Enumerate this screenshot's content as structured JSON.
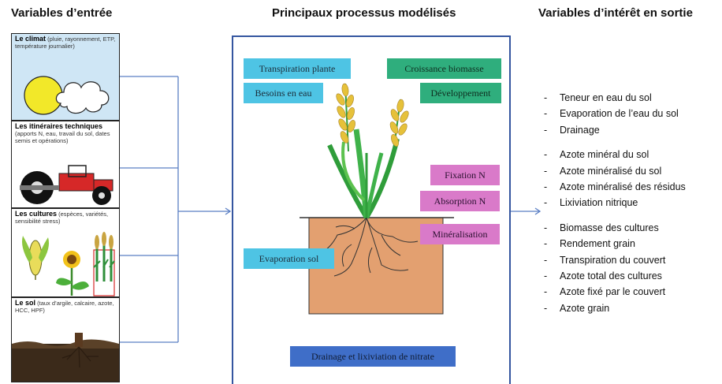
{
  "headings": {
    "inputs": "Variables d’entrée",
    "processes": "Principaux processus modélisés",
    "outputs": "Variables d’intérêt en sortie"
  },
  "inputs": {
    "climate": {
      "title": "Le climat",
      "detail": "(pluie, rayonnement, ETP, température journalier)"
    },
    "itineraries": {
      "title": "Les itinéraires techniques",
      "detail": "(apports N, eau, travail du sol, dates semis et opérations)"
    },
    "crops": {
      "title": "Les cultures",
      "detail": "(espèces, variétés, sensibilité stress)"
    },
    "soil": {
      "title": "Le sol",
      "detail": "(taux d’argile, calcaire, azote, HCC, HPF)"
    }
  },
  "processes": {
    "transpiration": "Transpiration plante",
    "water_needs": "Besoins en eau",
    "biomass_growth": "Croissance biomasse",
    "development": "Développement",
    "n_fixation": "Fixation N",
    "n_absorption": "Absorption N",
    "mineralisation": "Minéralisation",
    "soil_evaporation": "Evaporation sol",
    "drainage": "Drainage et lixiviation de nitrate"
  },
  "outputs": {
    "dash": "-",
    "group_water": [
      "Teneur en eau du sol",
      "Evaporation de l’eau du sol",
      "Drainage"
    ],
    "group_nitrogen": [
      "Azote minéral du sol",
      "Azote minéralisé du sol",
      "Azote minéralisé des résidus",
      "Lixiviation nitrique"
    ],
    "group_crop": [
      "Biomasse des cultures",
      "Rendement grain",
      "Transpiration du couvert",
      "Azote total des cultures",
      "Azote fixé par le couvert",
      "Azote grain"
    ]
  },
  "colors": {
    "process_cyan": "#4ec4e4",
    "process_green": "#2fae7d",
    "process_pink": "#d97ac9",
    "process_blue": "#3f6ec8",
    "connector": "#5b7fc4",
    "soil": "#e3a070"
  },
  "icons": [
    "sun-icon",
    "cloud-icon",
    "tractor-icon",
    "maize-icon",
    "sunflower-icon",
    "wheat-icon",
    "soil-icon",
    "wheat-plant-icon",
    "roots-icon"
  ]
}
